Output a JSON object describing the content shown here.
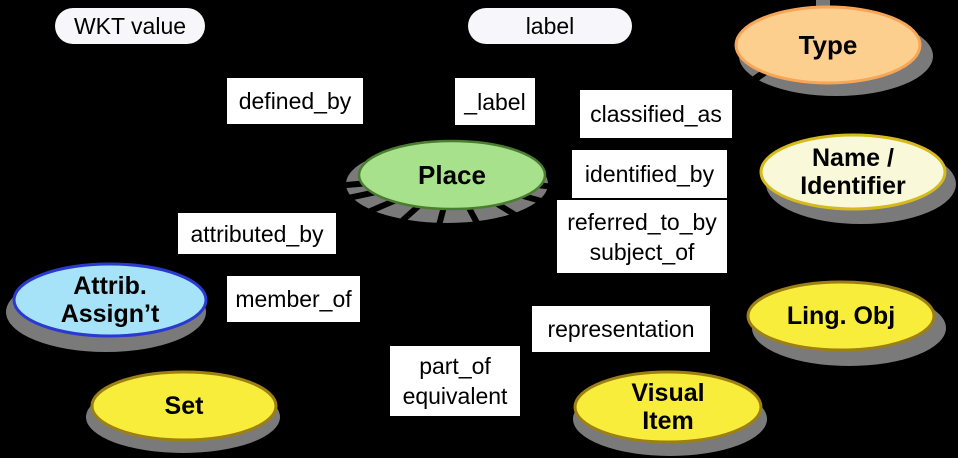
{
  "pills": {
    "wkt_value": "WKT value",
    "label": "label"
  },
  "nodes": {
    "place": {
      "label": "Place"
    },
    "type": {
      "label": "Type"
    },
    "name_identifier": {
      "line1": "Name /",
      "line2": "Identifier"
    },
    "attrib_assignt": {
      "line1": "Attrib.",
      "line2": "Assign’t"
    },
    "ling_obj": {
      "label": "Ling. Obj"
    },
    "set": {
      "label": "Set"
    },
    "visual_item": {
      "line1": "Visual",
      "line2": "Item"
    }
  },
  "edge_labels": {
    "defined_by": "defined_by",
    "label_prop": "_label",
    "classified_as": "classified_as",
    "identified_by": "identified_by",
    "referred_to_by": "referred_to_by",
    "subject_of": "subject_of",
    "attributed_by": "attributed_by",
    "member_of": "member_of",
    "representation": "representation",
    "part_of": "part_of",
    "equivalent": "equivalent"
  },
  "colors": {
    "background": "#000000",
    "shadow": "#7a7a7a",
    "place_fill": "#a8e18c",
    "place_stroke": "#4a7d2f",
    "type_fill": "#fccf8e",
    "type_stroke": "#f9a556",
    "name_fill": "#f9f8d8",
    "name_stroke": "#d6ba1c",
    "attrib_fill": "#a6e3f8",
    "attrib_stroke": "#2a3ad0",
    "yellow_fill": "#f9ed3b",
    "yellow_stroke": "#9d8014",
    "label_box_bg": "#ffffff",
    "pill_bg": "#f7f7fb",
    "text": "#000000"
  }
}
